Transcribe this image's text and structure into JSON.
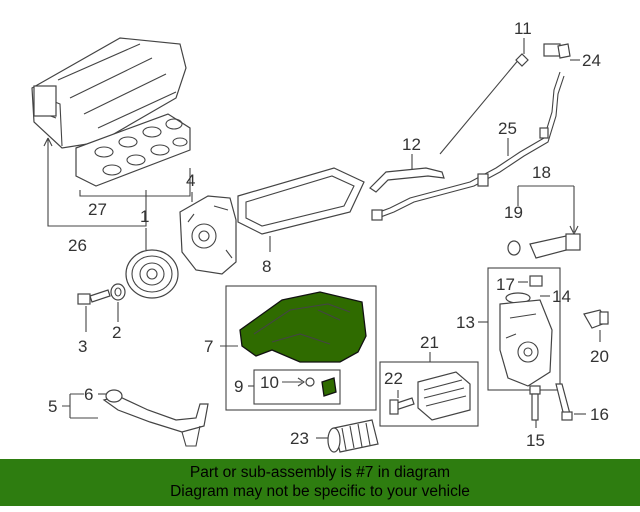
{
  "callouts": {
    "c1": "1",
    "c2": "2",
    "c3": "3",
    "c4": "4",
    "c5": "5",
    "c6": "6",
    "c7": "7",
    "c8": "8",
    "c9": "9",
    "c10": "10",
    "c11": "11",
    "c12": "12",
    "c13": "13",
    "c14": "14",
    "c15": "15",
    "c16": "16",
    "c17": "17",
    "c18": "18",
    "c19": "19",
    "c20": "20",
    "c21": "21",
    "c22": "22",
    "c23": "23",
    "c24": "24",
    "c25": "25",
    "c26": "26",
    "c27": "27"
  },
  "banner": {
    "line1": "Part or sub-assembly is #7 in diagram",
    "line2": "Diagram may not be specific to your vehicle"
  },
  "colors": {
    "highlight": "#2f6b00",
    "banner_bg": "#2e7d10"
  }
}
